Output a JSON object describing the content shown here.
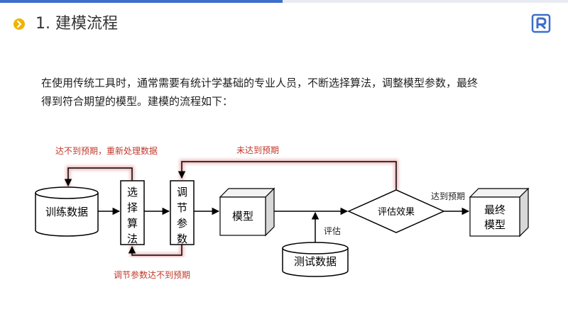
{
  "header": {
    "title": "1. 建模流程",
    "bullet_icon": "chevron-right-circle-icon",
    "logo_icon": "brand-r-logo-icon",
    "accent_color": "#3d6ec9",
    "bullet_color": "#f0b400"
  },
  "intro": {
    "line1": "在使用传统工具时，通常需要有统计学基础的专业人员，不断选择算法，调整模型参数，最终",
    "line2": "得到符合期望的模型。建模的流程如下："
  },
  "diagram": {
    "colors": {
      "stroke": "#000000",
      "glow": "#e58b8b",
      "annotation": "#c0392b"
    },
    "nodes": {
      "training_data": "训练数据",
      "select_algorithm": [
        "选",
        "择",
        "算",
        "法"
      ],
      "tune_params": [
        "调",
        "节",
        "参",
        "数"
      ],
      "model": "模型",
      "evaluate": "评估效果",
      "final_model": [
        "最终",
        "模型"
      ],
      "test_data": "测试数据"
    },
    "edge_labels": {
      "evaluate_input": "评估",
      "reach_expectation": "达到预期"
    },
    "loops": {
      "reprocess_data": "达不到预期，重新处理数据",
      "not_reached": "未达到预期",
      "tuning_not_reached": "调节参数达不到预期"
    }
  }
}
